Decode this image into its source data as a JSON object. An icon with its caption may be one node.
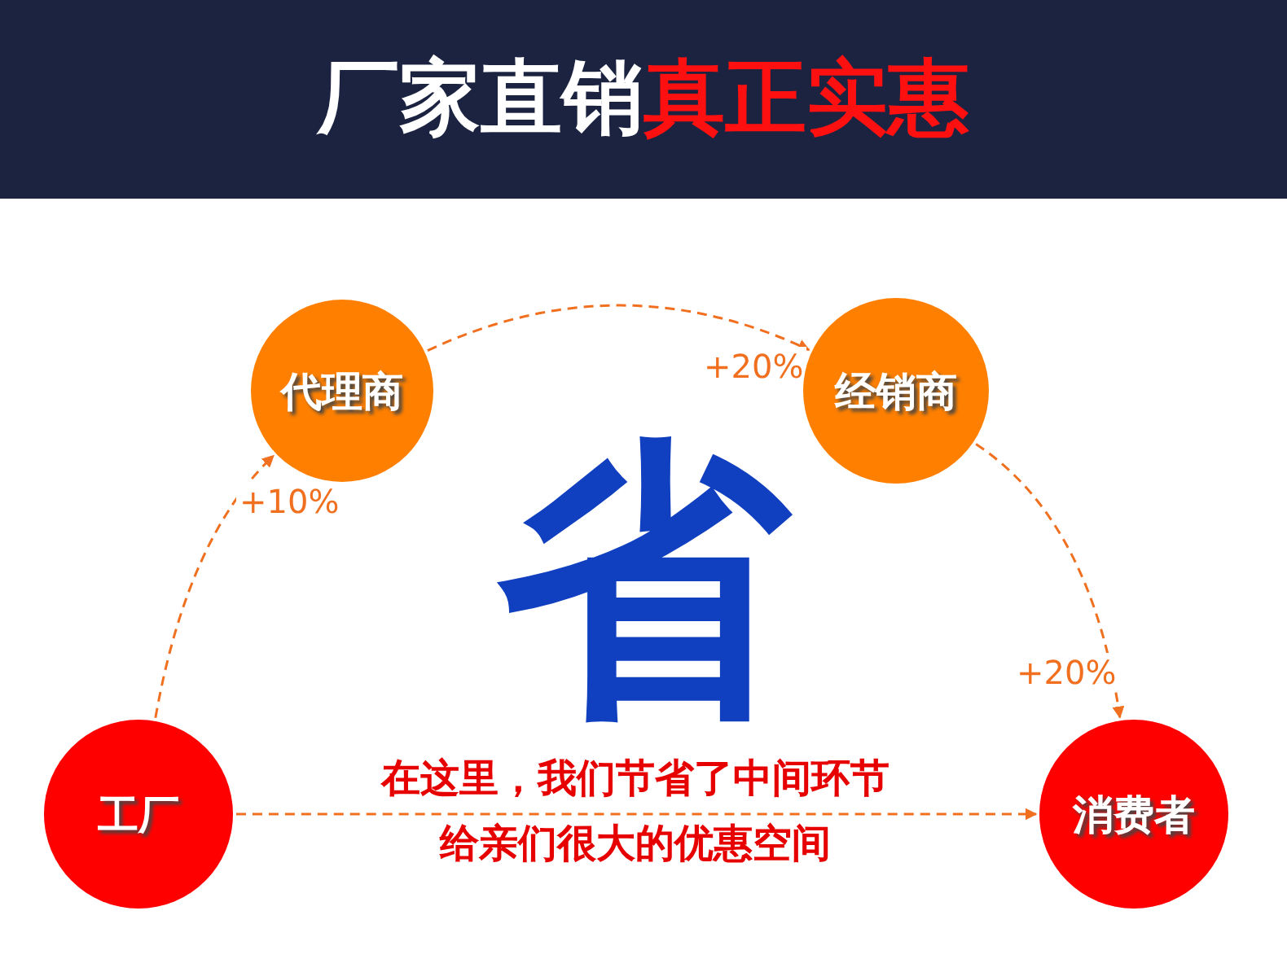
{
  "diagram": {
    "title": "厂家直销真正实惠",
    "nodes": [
      {
        "text": [
          "工厂"
        ]
      },
      {
        "text": [
          "代理商"
        ]
      },
      {
        "text": [
          "经销商"
        ]
      },
      {
        "text": [
          "消费者"
        ]
      }
    ],
    "edges": [
      {
        "from": 0,
        "to": 1,
        "arrow": "to",
        "label": "+10%",
        "style": "dashed"
      },
      {
        "from": 1,
        "to": 2,
        "arrow": "to",
        "label": "+20%",
        "style": "dashed"
      },
      {
        "from": 2,
        "to": 3,
        "arrow": "to",
        "label": "+20%",
        "style": "dashed"
      },
      {
        "from": 0,
        "to": 3,
        "arrow": "to",
        "style": "dashed"
      }
    ],
    "labels": [
      "省",
      "在这里，我们节省了中间环节",
      "给亲们很大的优惠空间"
    ]
  }
}
